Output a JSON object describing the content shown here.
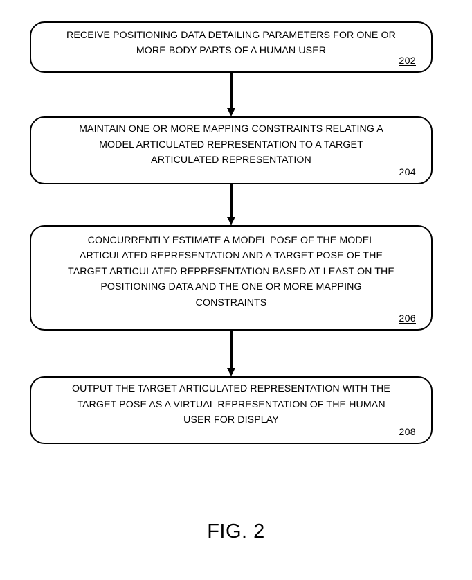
{
  "figure": {
    "caption": "FIG. 2",
    "type": "patent-flowchart",
    "background_color": "#ffffff",
    "line_color": "#000000"
  },
  "steps": [
    {
      "id": "202",
      "text": "RECEIVE POSITIONING DATA DETAILING PARAMETERS FOR ONE OR\nMORE BODY PARTS OF A HUMAN USER",
      "ref": "202"
    },
    {
      "id": "204",
      "text": "MAINTAIN ONE OR MORE MAPPING CONSTRAINTS RELATING A\nMODEL ARTICULATED REPRESENTATION TO A TARGET\nARTICULATED REPRESENTATION",
      "ref": "204"
    },
    {
      "id": "206",
      "text": "CONCURRENTLY ESTIMATE A MODEL POSE OF THE MODEL\nARTICULATED REPRESENTATION AND A TARGET POSE OF THE\nTARGET ARTICULATED REPRESENTATION BASED AT LEAST ON THE\nPOSITIONING DATA AND THE ONE OR MORE MAPPING\nCONSTRAINTS",
      "ref": "206"
    },
    {
      "id": "208",
      "text": "OUTPUT THE TARGET ARTICULATED REPRESENTATION WITH THE\nTARGET POSE AS A VIRTUAL REPRESENTATION OF THE HUMAN\nUSER FOR DISPLAY",
      "ref": "208"
    }
  ],
  "connectors": [
    {
      "from": "202",
      "to": "204",
      "arrow": "down-arrow"
    },
    {
      "from": "204",
      "to": "206",
      "arrow": "down-arrow"
    },
    {
      "from": "206",
      "to": "208",
      "arrow": "down-arrow"
    }
  ]
}
